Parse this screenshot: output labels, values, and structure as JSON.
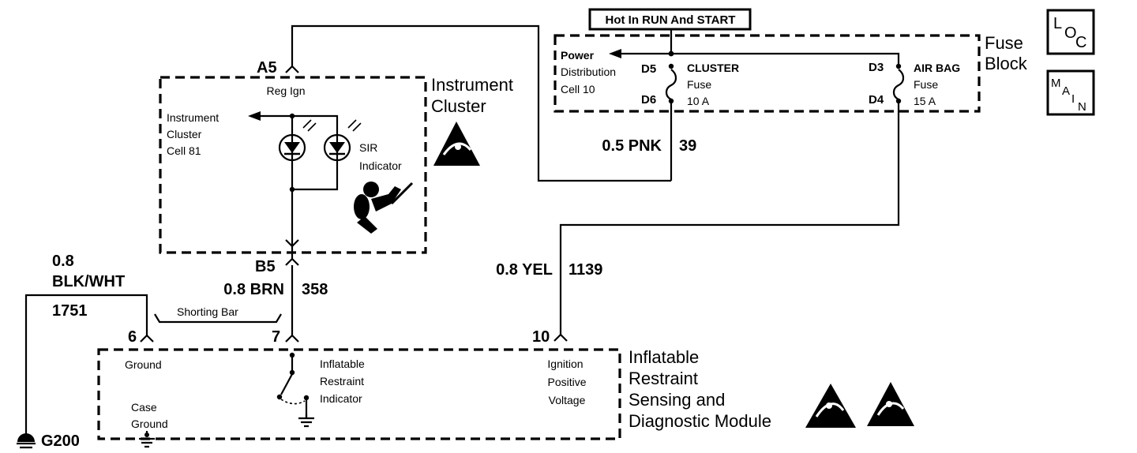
{
  "header": {
    "hot_label": "Hot In RUN And START"
  },
  "fuse_block": {
    "title_line1": "Fuse",
    "title_line2": "Block",
    "power_line1": "Power",
    "power_line2": "Distribution",
    "power_line3": "Cell 10",
    "d5": "D5",
    "d6": "D6",
    "d3": "D3",
    "d4": "D4",
    "cluster_fuse_line1": "CLUSTER",
    "cluster_fuse_line2": "Fuse",
    "cluster_fuse_line3": "10 A",
    "airbag_fuse_line1": "AIR BAG",
    "airbag_fuse_line2": "Fuse",
    "airbag_fuse_line3": "15 A"
  },
  "loc_box": {
    "l": "L",
    "o": "O",
    "c": "C"
  },
  "main_box": {
    "m": "M",
    "a": "A",
    "i": "I",
    "n": "N"
  },
  "cluster": {
    "title_line1": "Instrument",
    "title_line2": "Cluster",
    "connector_a5": "A5",
    "reg_ign": "Reg Ign",
    "cell_line1": "Instrument",
    "cell_line2": "Cluster",
    "cell_line3": "Cell 81",
    "sir_line1": "SIR",
    "sir_line2": "Indicator",
    "connector_b5": "B5"
  },
  "wires": {
    "pnk_color": "0.5 PNK",
    "pnk_circuit": "39",
    "yel_color": "0.8 YEL",
    "yel_circuit": "1139",
    "brn_color": "0.8 BRN",
    "brn_circuit": "358",
    "blk_size": "0.8",
    "blk_color": "BLK/WHT",
    "blk_circuit": "1751"
  },
  "module": {
    "title_line1": "Inflatable",
    "title_line2": "Restraint",
    "title_line3": "Sensing and",
    "title_line4": "Diagnostic Module",
    "pin6": "6",
    "pin7": "7",
    "pin10": "10",
    "ground": "Ground",
    "ind_line1": "Inflatable",
    "ind_line2": "Restraint",
    "ind_line3": "Indicator",
    "ign_line1": "Ignition",
    "ign_line2": "Positive",
    "ign_line3": "Voltage",
    "case_line1": "Case",
    "case_line2": "Ground"
  },
  "shorting_bar": "Shorting Bar",
  "ground_point": "G200",
  "icons": [
    "esd-warning-icon",
    "airbag-icon",
    "ground-symbol-icon",
    "fuse-icon",
    "led-icon"
  ]
}
